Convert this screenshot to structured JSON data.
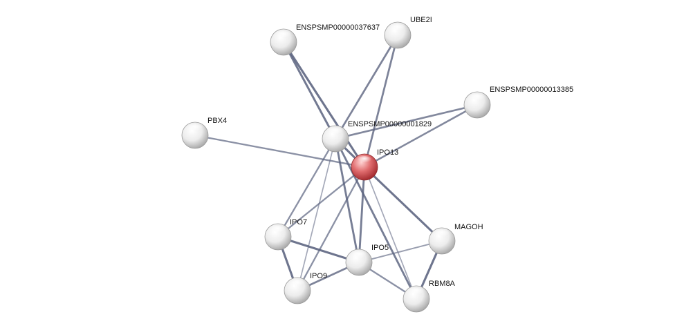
{
  "graph": {
    "colors": {
      "query_node": "#d9474b",
      "partner_node": "#e6e6e6",
      "edge": "#5c6480",
      "label": "#111111"
    },
    "nodes": [
      {
        "id": "ENSPSMP00000037637",
        "label": "ENSPSMP00000037637",
        "query": false
      },
      {
        "id": "UBE2I",
        "label": "UBE2I",
        "query": false
      },
      {
        "id": "ENSPSMP00000013385",
        "label": "ENSPSMP00000013385",
        "query": false
      },
      {
        "id": "PBX4",
        "label": "PBX4",
        "query": false
      },
      {
        "id": "ENSPSMP00000001829",
        "label": "ENSPSMP00000001829",
        "query": false
      },
      {
        "id": "IPO13",
        "label": "IPO13",
        "query": true
      },
      {
        "id": "IPO7",
        "label": "IPO7",
        "query": false
      },
      {
        "id": "MAGOH",
        "label": "MAGOH",
        "query": false
      },
      {
        "id": "IPO5",
        "label": "IPO5",
        "query": false
      },
      {
        "id": "IPO9",
        "label": "IPO9",
        "query": false
      },
      {
        "id": "RBM8A",
        "label": "RBM8A",
        "query": false
      }
    ],
    "edges": [
      {
        "source": "IPO13",
        "target": "ENSPSMP00000037637",
        "confidence": 0.9
      },
      {
        "source": "IPO13",
        "target": "UBE2I",
        "confidence": 0.75
      },
      {
        "source": "IPO13",
        "target": "ENSPSMP00000013385",
        "confidence": 0.7
      },
      {
        "source": "IPO13",
        "target": "PBX4",
        "confidence": 0.6
      },
      {
        "source": "IPO13",
        "target": "ENSPSMP00000001829",
        "confidence": 0.9
      },
      {
        "source": "IPO13",
        "target": "IPO7",
        "confidence": 0.6
      },
      {
        "source": "IPO13",
        "target": "MAGOH",
        "confidence": 0.9
      },
      {
        "source": "IPO13",
        "target": "IPO5",
        "confidence": 0.8
      },
      {
        "source": "IPO13",
        "target": "IPO9",
        "confidence": 0.6
      },
      {
        "source": "IPO13",
        "target": "RBM8A",
        "confidence": 0.35
      },
      {
        "source": "ENSPSMP00000001829",
        "target": "ENSPSMP00000037637",
        "confidence": 0.85
      },
      {
        "source": "ENSPSMP00000001829",
        "target": "UBE2I",
        "confidence": 0.75
      },
      {
        "source": "ENSPSMP00000001829",
        "target": "ENSPSMP00000013385",
        "confidence": 0.7
      },
      {
        "source": "ENSPSMP00000001829",
        "target": "IPO7",
        "confidence": 0.6
      },
      {
        "source": "ENSPSMP00000001829",
        "target": "IPO5",
        "confidence": 0.8
      },
      {
        "source": "ENSPSMP00000001829",
        "target": "IPO9",
        "confidence": 0.35
      },
      {
        "source": "ENSPSMP00000001829",
        "target": "RBM8A",
        "confidence": 0.8
      },
      {
        "source": "IPO7",
        "target": "IPO5",
        "confidence": 0.9
      },
      {
        "source": "IPO7",
        "target": "IPO9",
        "confidence": 0.9
      },
      {
        "source": "IPO9",
        "target": "IPO5",
        "confidence": 0.75
      },
      {
        "source": "IPO5",
        "target": "MAGOH",
        "confidence": 0.45
      },
      {
        "source": "IPO5",
        "target": "RBM8A",
        "confidence": 0.6
      },
      {
        "source": "MAGOH",
        "target": "RBM8A",
        "confidence": 0.9
      }
    ]
  }
}
